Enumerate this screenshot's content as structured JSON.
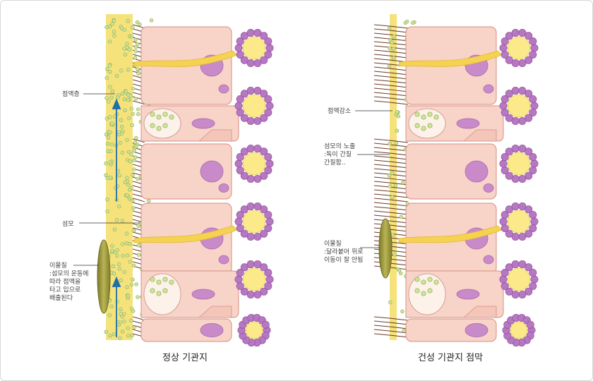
{
  "panels": {
    "left": {
      "title": "정상 기관지",
      "labels": {
        "mucus_layer": "점액층",
        "cilia": "섬모",
        "foreign_body": [
          "이물질",
          ":섬모의 운동에",
          "따라 점액을",
          "타고 입으로",
          "배출된다"
        ]
      }
    },
    "right": {
      "title": "건성 기관지 점막",
      "labels": {
        "mucus_decrease": "점액감소",
        "cilia_exposed": [
          "섬모의 노출",
          ":독이 간질",
          "간질함.."
        ],
        "foreign_body": [
          "이물질",
          ":달라붙어 위로",
          "이동이 잘 안됨"
        ]
      }
    }
  },
  "colors": {
    "cell_fill": "#f7d3c8",
    "cell_stroke": "#d98f80",
    "nucleus": "#c98ac9",
    "mucus": "#f6e27a",
    "duct": "#f5d24f",
    "gland_ring": "#b777c2",
    "gland_core": "#fbe98a",
    "cilia": "#6b3b2a",
    "droplet": "#cfe3a0",
    "arrow": "#1f6fa8",
    "debris": "#a4a03e"
  }
}
